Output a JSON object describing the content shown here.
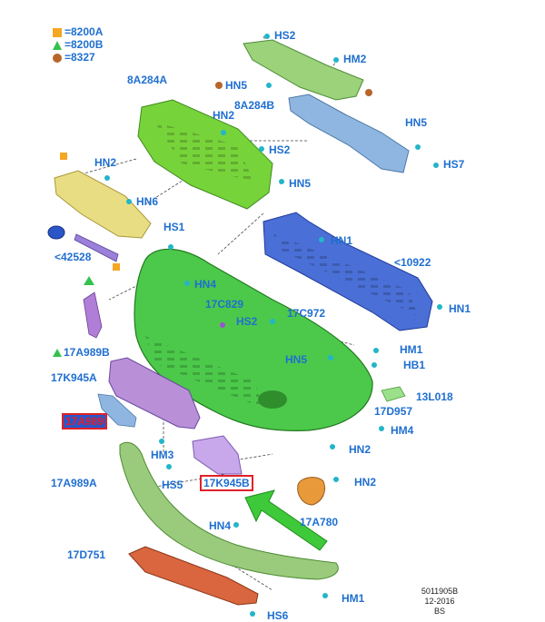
{
  "legend": [
    {
      "symbol": "square",
      "color": "#f5a623",
      "text": "=8200A"
    },
    {
      "symbol": "triangle",
      "color": "#33c24d",
      "text": "=8200B"
    },
    {
      "symbol": "circle",
      "color": "#b8652a",
      "text": "=8327"
    }
  ],
  "labels": {
    "hs2_top": "HS2",
    "hm2_top": "HM2",
    "hn5_top": "HN5",
    "p8a284a": "8A284A",
    "hn2_upper": "HN2",
    "p8a284b": "8A284B",
    "hn5_right": "HN5",
    "hs2_mid": "HS2",
    "hs7": "HS7",
    "hn2_left": "HN2",
    "hn5_mid": "HN5",
    "hn6": "HN6",
    "hs1": "HS1",
    "hn1_upper": "HN1",
    "p42528": "<42528",
    "p10922": "<10922",
    "hn4_upper": "HN4",
    "hn1_right": "HN1",
    "p17c829": "17C829",
    "hs2_lower": "HS2",
    "p17c972": "17C972",
    "p17a989b": "17A989B",
    "hm1_mid": "HM1",
    "hn5_lower": "HN5",
    "hb1": "HB1",
    "p17k945a": "17K945A",
    "p13l018": "13L018",
    "p17d957": "17D957",
    "boxed_left": "17A989",
    "hm4": "HM4",
    "hn2_lower": "HN2",
    "hm3": "HM3",
    "p17k945b": "17K945B",
    "hn2_right_lower": "HN2",
    "p17a989a": "17A989A",
    "hs5": "HS5",
    "hn4_lower": "HN4",
    "p17a780": "17A780",
    "p17d751": "17D751",
    "hm1_bottom": "HM1",
    "hs6": "HS6"
  },
  "reference": {
    "line1": "5011905B",
    "line2": "12-2016",
    "line3": "BS"
  },
  "colors": {
    "label_blue": "#1f6fd1",
    "reinforcement_green": "#9bd27a",
    "bracket_blue": "#8fb6e0",
    "grille_green": "#77d33a",
    "grille_yellow": "#e8dd82",
    "beam_blue": "#4a6fd6",
    "bumper_green": "#4cc94a",
    "trim_purple": "#b98fd8",
    "skid_green": "#9acb7c",
    "shield_red": "#d9663e",
    "arrow_green": "#3ec93b",
    "lamp_orange": "#e89a3a"
  }
}
